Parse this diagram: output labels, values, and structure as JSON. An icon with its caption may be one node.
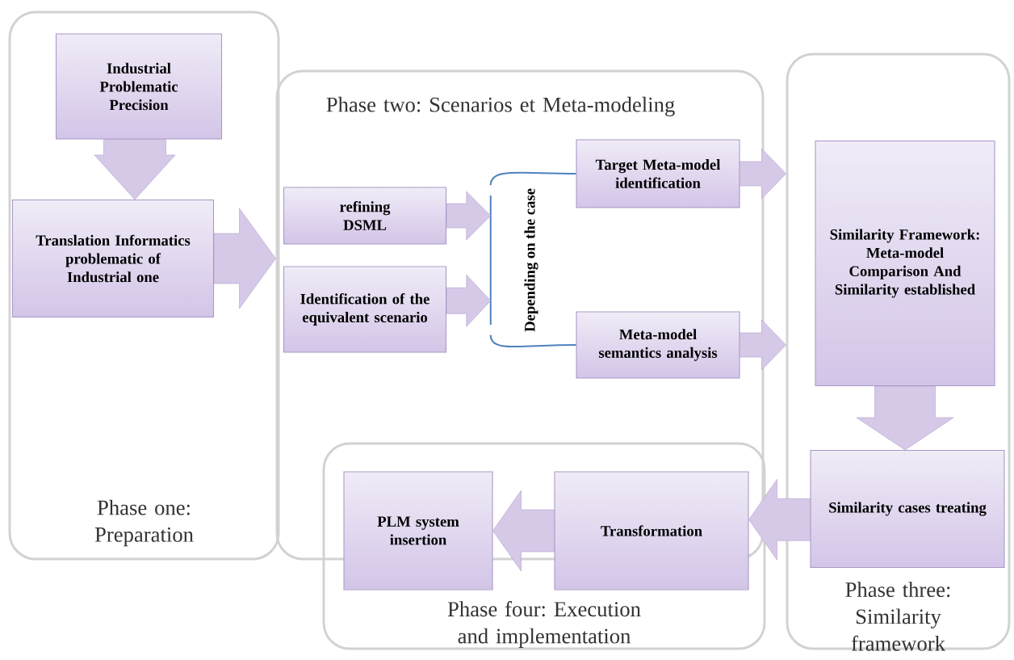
{
  "diagram": {
    "nodes": [
      {
        "text": [
          "Phase one: Preparation"
        ]
      },
      {
        "text": [
          "Industrial Problematic Precision"
        ],
        "in": 0
      },
      {
        "text": [
          "Translation Informatics problematic of Industrial one"
        ],
        "in": 0
      },
      {
        "text": [
          "Phase two: Scenarios et Meta-modeling"
        ]
      },
      {
        "text": [
          "refining DSML"
        ],
        "in": 3
      },
      {
        "text": [
          "Identification of the equivalent scenario"
        ],
        "in": 3
      },
      {
        "text": [
          "Depending on the case"
        ],
        "in": 3
      },
      {
        "text": [
          "Target Meta-model identification"
        ],
        "in": 3
      },
      {
        "text": [
          "Meta-model semantics analysis"
        ],
        "in": 3
      },
      {
        "text": [
          "Phase three: Similarity framework"
        ]
      },
      {
        "text": [
          "Similarity Framework: Meta-model Comparison And Similarity established"
        ],
        "in": 9
      },
      {
        "text": [
          "Similarity cases treating"
        ],
        "in": 9
      },
      {
        "text": [
          "Phase four: Execution and implementation"
        ]
      },
      {
        "text": [
          "Transformation"
        ],
        "in": 12
      },
      {
        "text": [
          "PLM system insertion"
        ],
        "in": 12
      }
    ],
    "edges": [
      {
        "from": 1,
        "to": 2,
        "arrow": "to",
        "style": "thick"
      },
      {
        "from": 2,
        "to": 3,
        "arrow": "to",
        "style": "thick"
      },
      {
        "from": 4,
        "to": 6,
        "arrow": "to",
        "style": "thick"
      },
      {
        "from": 5,
        "to": 6,
        "arrow": "to",
        "style": "thick"
      },
      {
        "from": 6,
        "to": 7,
        "arrow": "none",
        "color": "#4f81bd"
      },
      {
        "from": 6,
        "to": 8,
        "arrow": "none",
        "color": "#4f81bd"
      },
      {
        "from": 7,
        "to": 9,
        "arrow": "to",
        "style": "thick"
      },
      {
        "from": 8,
        "to": 9,
        "arrow": "to",
        "style": "thick"
      },
      {
        "from": 10,
        "to": 11,
        "arrow": "to",
        "style": "thick"
      },
      {
        "from": 11,
        "to": 13,
        "arrow": "to",
        "style": "thick"
      },
      {
        "from": 13,
        "to": 14,
        "arrow": "to",
        "style": "thick"
      }
    ]
  }
}
